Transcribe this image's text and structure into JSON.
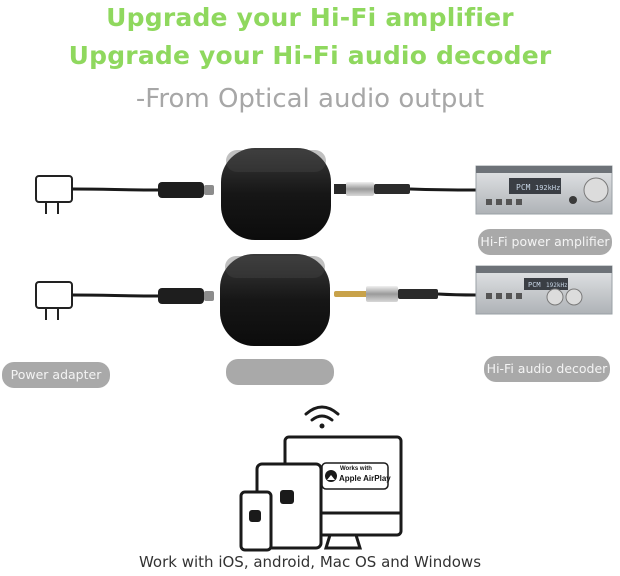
{
  "headline": {
    "line1": "Upgrade your Hi-Fi amplifier",
    "line2": "Upgrade your Hi-Fi audio decoder",
    "color": "#8fd85e"
  },
  "subheadline": "-From Optical audio output",
  "labels": {
    "power_amplifier": "Hi-Fi power amplifier",
    "audio_decoder": "Hi-Fi audio decoder",
    "power_adapter": "Power adapter",
    "device_blank": ""
  },
  "devices": {
    "panel_text": "PCM",
    "panel_rate": "192kHz"
  },
  "airplay": {
    "works_with": "Works with",
    "brand": "Apple AirPlay"
  },
  "icons": [
    "power-plug-icon",
    "usb-c-plug-icon",
    "optical-plug-icon",
    "wifi-icon",
    "airplay-icon",
    "apple-icon"
  ],
  "caption": "Work with iOS, android, Mac OS and Windows",
  "colors": {
    "pill_bg": "#a9a9a9",
    "receiver": "#1b1b1b",
    "amplifier_body": "#c9ccd0"
  }
}
